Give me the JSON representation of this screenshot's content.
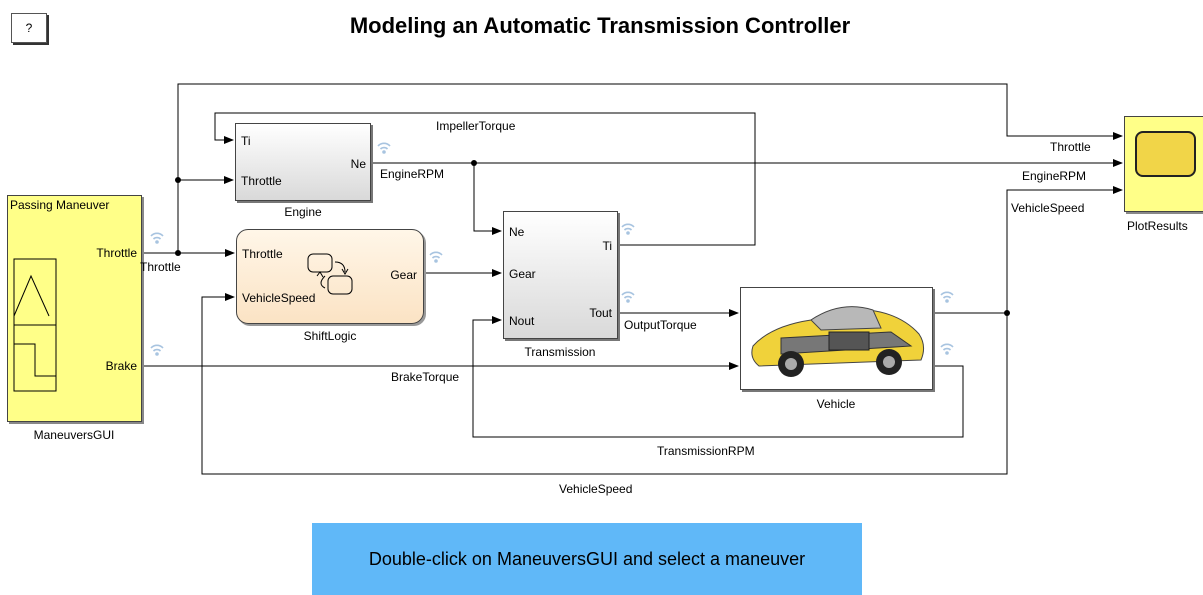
{
  "title": "Modeling an Automatic Transmission Controller",
  "help_button": "?",
  "blocks": {
    "maneuvers": {
      "name": "ManeuversGUI",
      "header": "Passing Maneuver",
      "ports": {
        "throttle": "Throttle",
        "brake": "Brake"
      }
    },
    "engine": {
      "name": "Engine",
      "ports": {
        "ti": "Ti",
        "throttle": "Throttle",
        "ne": "Ne"
      }
    },
    "shiftlogic": {
      "name": "ShiftLogic",
      "ports": {
        "throttle": "Throttle",
        "vehiclespeed": "VehicleSpeed",
        "gear": "Gear"
      }
    },
    "transmission": {
      "name": "Transmission",
      "ports": {
        "ne": "Ne",
        "gear": "Gear",
        "nout": "Nout",
        "ti": "Ti",
        "tout": "Tout"
      }
    },
    "vehicle": {
      "name": "Vehicle"
    },
    "plotresults": {
      "name": "PlotResults"
    }
  },
  "signals": {
    "impeller_torque": "ImpellerTorque",
    "engine_rpm": "EngineRPM",
    "throttle": "Throttle",
    "output_torque": "OutputTorque",
    "brake_torque": "BrakeTorque",
    "transmission_rpm": "TransmissionRPM",
    "vehicle_speed": "VehicleSpeed",
    "plot_throttle": "Throttle",
    "plot_engine_rpm": "EngineRPM",
    "plot_vehicle_speed": "VehicleSpeed"
  },
  "instruction": "Double-click on ManeuversGUI and select a maneuver",
  "colors": {
    "subsystem_yellow": "#ffff88",
    "stateflow_fill": "#fbe3c4",
    "instruction_bg": "#60b8f8",
    "signal_icon": "#a8c4e0"
  }
}
